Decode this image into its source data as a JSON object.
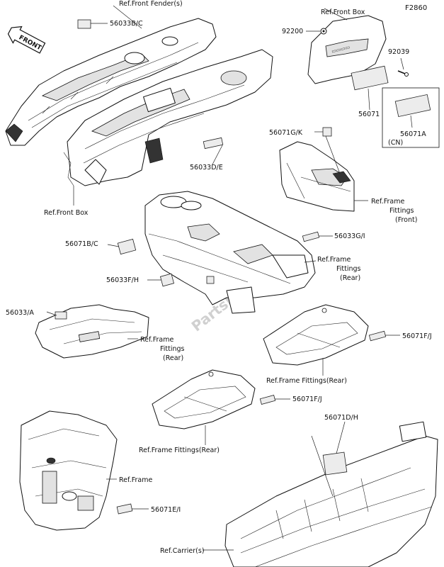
{
  "figure_code": "F2860",
  "watermark": "PartsRepublik",
  "front_marker": "FRONT",
  "labels": {
    "ref_front_fenders": "Ref.Front Fender(s)",
    "ref_front_box_top": "Ref.Front Box",
    "ref_front_box_left": "Ref.Front Box",
    "p56033b_c": "56033B/C",
    "p92200": "92200",
    "p92039": "92039",
    "p56071": "56071",
    "p56071a": "56071A",
    "cn": "(CN)",
    "p56033d_e": "56033D/E",
    "p56071g_k": "56071G/K",
    "ref_frame_fittings_front_1": "Ref.Frame",
    "ref_frame_fittings_front_2": "Fittings",
    "ref_frame_fittings_front_3": "(Front)",
    "p56071b_c": "56071B/C",
    "p56033g_i": "56033G/I",
    "ref_frame_fittings_rear_a1": "Ref.Frame",
    "ref_frame_fittings_rear_a2": "Fittings",
    "ref_frame_fittings_rear_a3": "(Rear)",
    "p56033f_h": "56033F/H",
    "p56033_a": "56033/A",
    "ref_frame_fittings_rear_b1": "Ref.Frame",
    "ref_frame_fittings_rear_b2": "Fittings",
    "ref_frame_fittings_rear_b3": "(Rear)",
    "p56071f_j_upper": "56071F/J",
    "ref_frame_fittings_rear_c": "Ref.Frame Fittings(Rear)",
    "p56071f_j_lower": "56071F/J",
    "ref_frame_fittings_rear_d": "Ref.Frame Fittings(Rear)",
    "p56071d_h": "56071D/H",
    "ref_frame": "Ref.Frame",
    "p56071e_i": "56071E/I",
    "ref_carriers": "Ref.Carrier(s)"
  }
}
